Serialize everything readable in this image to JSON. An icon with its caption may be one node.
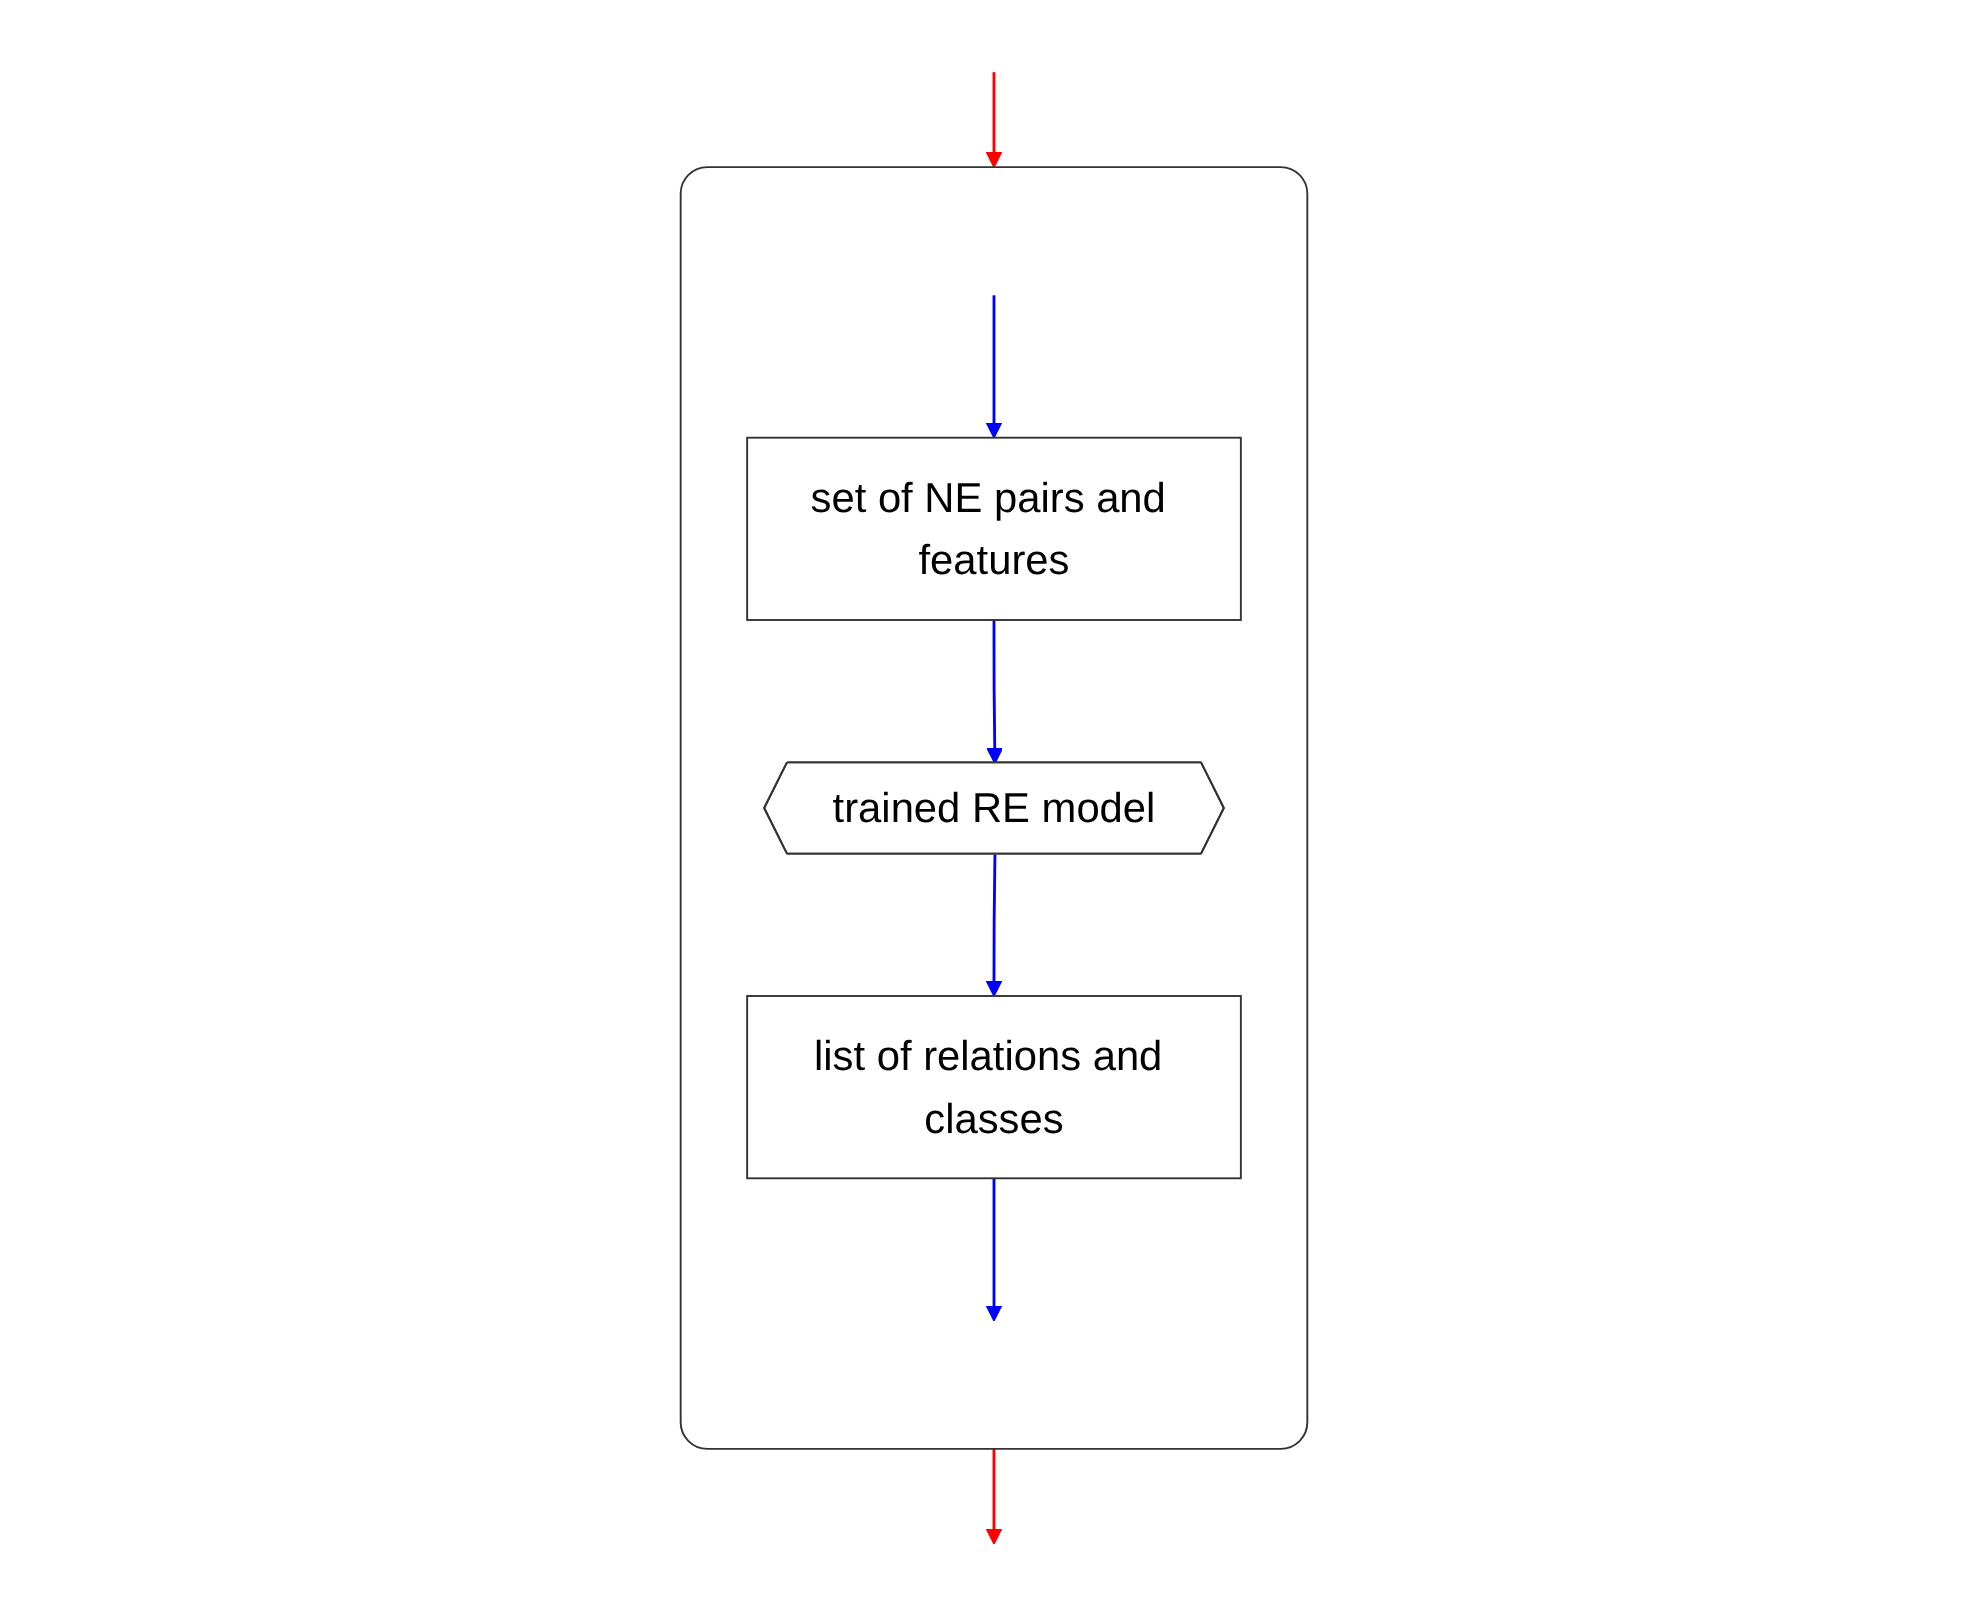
{
  "diagram": {
    "nodes": [
      {
        "text": [],
        "shape": "box"
      },
      {
        "text": [
          "set of NE pairs and features"
        ],
        "in": 0
      },
      {
        "text": [
          "trained RE model"
        ],
        "in": 0
      },
      {
        "text": [
          "list of relations and classes"
        ],
        "in": 0
      }
    ],
    "edges": [
      {
        "from": null,
        "to": 0,
        "arrow": "to",
        "color": "#ff0000"
      },
      {
        "from": null,
        "to": 1,
        "arrow": "to",
        "color": "#0000ff"
      },
      {
        "from": 1,
        "to": 2,
        "arrow": "to",
        "color": "#0000ff"
      },
      {
        "from": 2,
        "to": 3,
        "arrow": "to",
        "color": "#0000ff"
      },
      {
        "from": 3,
        "to": null,
        "arrow": "to",
        "color": "#0000ff"
      },
      {
        "from": 0,
        "to": null,
        "arrow": "to",
        "color": "#ff0000"
      }
    ]
  }
}
